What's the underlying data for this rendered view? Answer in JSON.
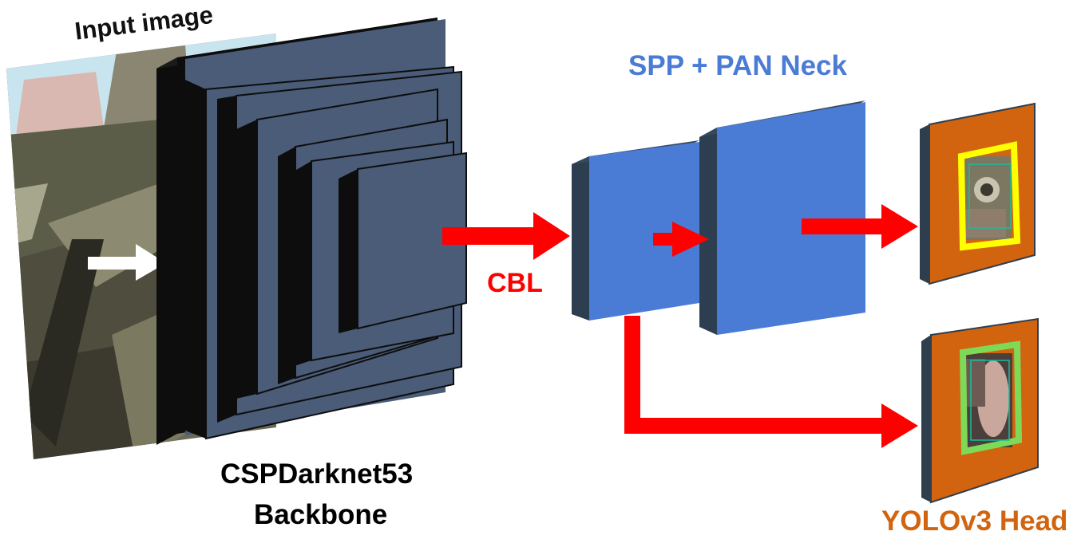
{
  "labels": {
    "input_image": "Input image",
    "backbone_name": "CSPDarknet53",
    "backbone_sub": "Backbone",
    "cbl": "CBL",
    "neck": "SPP + PAN Neck",
    "head": "YOLOv3 Head"
  },
  "colors": {
    "backbone_face": "#4b5c78",
    "backbone_side": "#0d0d0d",
    "neck_face": "#4a7bd5",
    "neck_side": "#2c3e50",
    "head_face": "#d2640f",
    "head_side": "#2f3e4d",
    "arrow": "#ff0000",
    "input_arrow": "#ffffff",
    "cbl_text": "#ff0000",
    "neck_text": "#4a7bd5",
    "head_text": "#d2640f",
    "box_yellow": "#ffff00",
    "box_green": "#7ed957"
  }
}
